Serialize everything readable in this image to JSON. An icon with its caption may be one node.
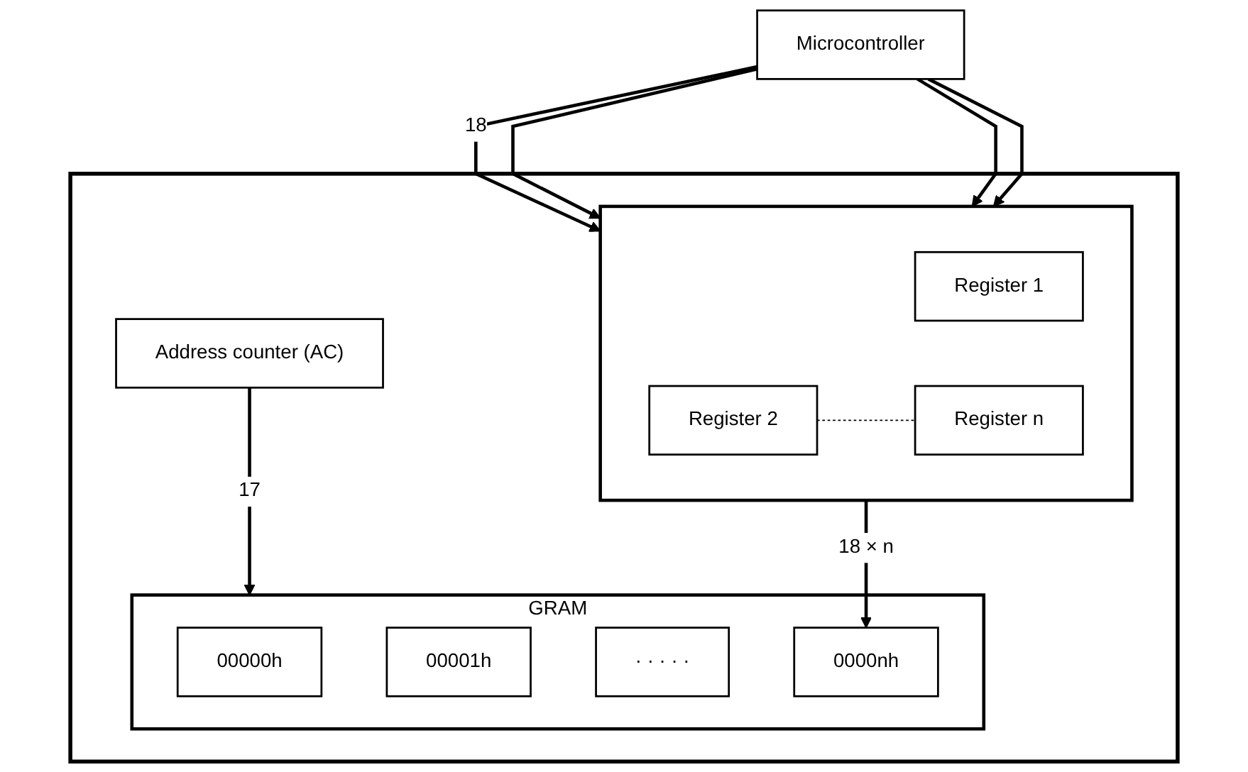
{
  "diagram": {
    "nodes": [
      {
        "text": [
          "Microcontroller"
        ]
      },
      {
        "text": [],
        "shape": "box"
      },
      {
        "text": [
          "Address counter (AC)"
        ],
        "in": 1
      },
      {
        "text": [],
        "shape": "box",
        "in": 1
      },
      {
        "text": [
          "Register 1"
        ],
        "in": 3
      },
      {
        "text": [
          "Register 2"
        ],
        "in": 3
      },
      {
        "text": [
          "Register n"
        ],
        "in": 3
      },
      {
        "text": [
          "GRAM"
        ],
        "in": 1
      },
      {
        "text": [
          "00000h"
        ],
        "in": 7
      },
      {
        "text": [
          "00001h"
        ],
        "in": 7
      },
      {
        "text": [
          "· · · · ·"
        ],
        "in": 7
      },
      {
        "text": [
          "0000nh"
        ],
        "in": 7
      }
    ],
    "edges": [
      {
        "from": 0,
        "to": 3,
        "arrow": "to",
        "label": "18"
      },
      {
        "from": 0,
        "to": 3,
        "arrow": "to"
      },
      {
        "from": 0,
        "to": 3,
        "arrow": "to"
      },
      {
        "from": 0,
        "to": 3,
        "arrow": "to"
      },
      {
        "from": 5,
        "to": 6,
        "arrow": "none",
        "style": "dashed"
      },
      {
        "from": 3,
        "to": 11,
        "arrow": "to",
        "label": "18 × n"
      },
      {
        "from": 2,
        "to": 7,
        "arrow": "to",
        "label": "17"
      }
    ]
  }
}
